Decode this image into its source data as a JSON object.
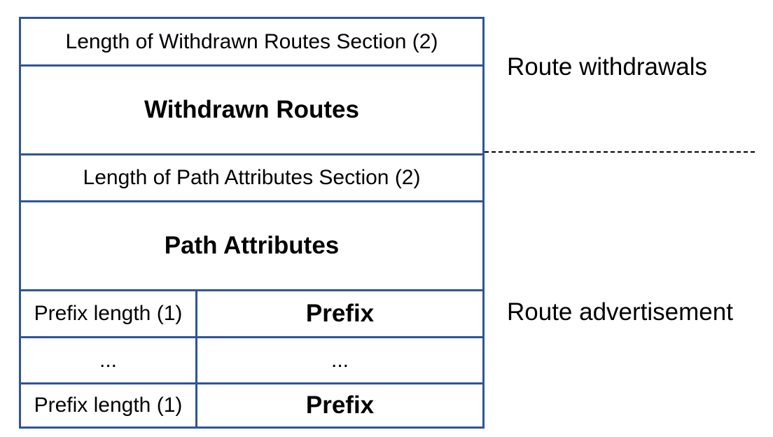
{
  "diagram": {
    "rows": {
      "withdrawn_length": "Length of Withdrawn Routes Section (2)",
      "withdrawn_routes": "Withdrawn Routes",
      "path_attr_length": "Length of Path Attributes Section (2)",
      "path_attributes": "Path Attributes"
    },
    "prefix_rows": [
      {
        "left": "Prefix length (1)",
        "right": "Prefix"
      },
      {
        "left": "...",
        "right": "..."
      },
      {
        "left": "Prefix length (1)",
        "right": "Prefix"
      }
    ],
    "labels": {
      "withdrawals": "Route withdrawals",
      "advertisement": "Route advertisement"
    },
    "colors": {
      "border": "#2E5597",
      "text": "#000000",
      "divider": "#000000"
    }
  }
}
